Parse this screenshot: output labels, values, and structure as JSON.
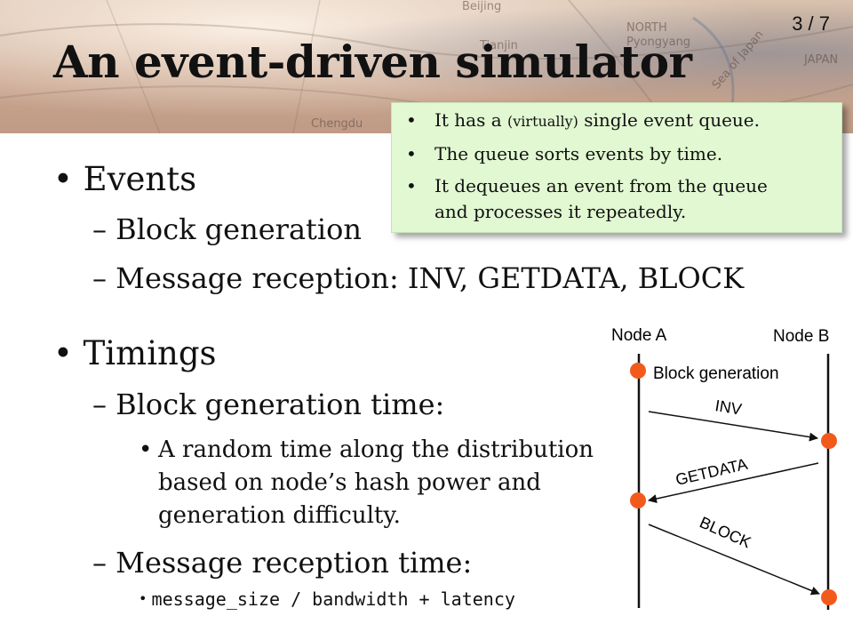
{
  "page": {
    "number": "3 / 7"
  },
  "title": "An event-driven simulator",
  "callout": {
    "items": [
      {
        "before": "It has a",
        "small": "(virtually)",
        "after": "single event queue."
      },
      {
        "text": "The queue sorts events by time."
      },
      {
        "line1": "It dequeues an event from the queue",
        "line2": "and processes  it repeatedly."
      }
    ]
  },
  "events": {
    "heading": "Events",
    "items": [
      "Block generation",
      "Message reception: INV, GETDATA, BLOCK"
    ]
  },
  "timings": {
    "heading": "Timings",
    "block_time": {
      "label": "Block generation time:",
      "desc_lines": [
        "A random time along the distribution",
        "based on node’s hash power and",
        "generation difficulty."
      ]
    },
    "reception_time": {
      "label": "Message reception time:",
      "formula": "message_size / bandwidth + latency"
    }
  },
  "diagram": {
    "node_a": "Node A",
    "node_b": "Node B",
    "event_label": "Block generation",
    "messages": [
      "INV",
      "GETDATA",
      "BLOCK"
    ],
    "dot_color": "#f25a1c"
  },
  "banner_labels": [
    "Beijing",
    "NORTH",
    "Pyongyang",
    "Tianjin",
    "JAPAN",
    "Sea of Japan",
    "Chengdu"
  ]
}
